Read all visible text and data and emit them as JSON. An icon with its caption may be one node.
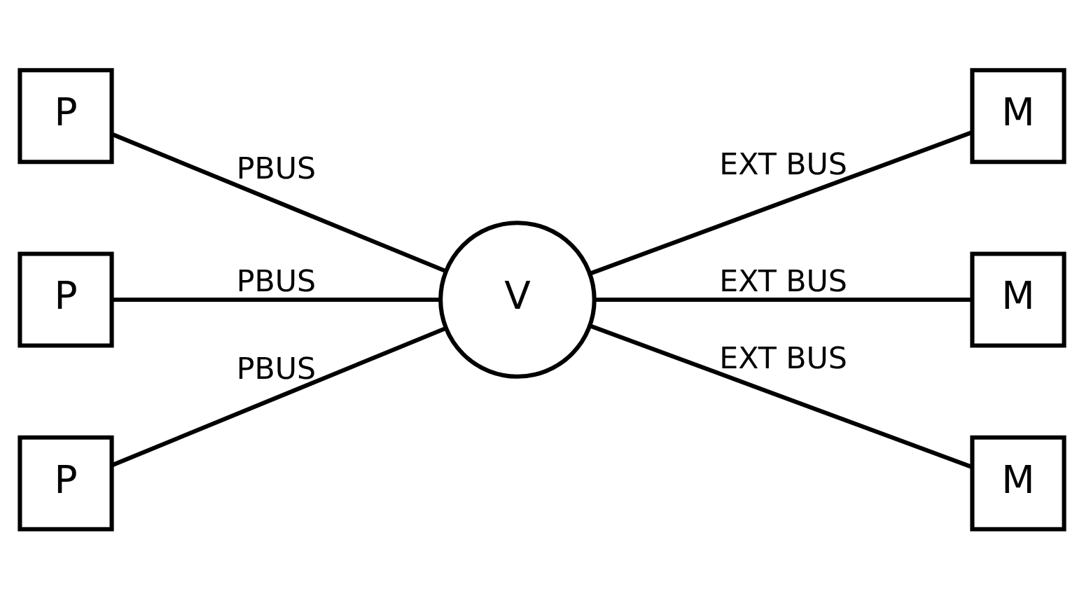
{
  "diagram": {
    "nodes": [
      {
        "text": [
          "P"
        ]
      },
      {
        "text": [
          "P"
        ]
      },
      {
        "text": [
          "P"
        ]
      },
      {
        "text": [
          "V"
        ]
      },
      {
        "text": [
          "M"
        ]
      },
      {
        "text": [
          "M"
        ]
      },
      {
        "text": [
          "M"
        ]
      }
    ],
    "edges": [
      {
        "from": 0,
        "to": 3,
        "arrow": "none",
        "label": "PBUS"
      },
      {
        "from": 1,
        "to": 3,
        "arrow": "none",
        "label": "PBUS"
      },
      {
        "from": 2,
        "to": 3,
        "arrow": "none",
        "label": "PBUS"
      },
      {
        "from": 3,
        "to": 4,
        "arrow": "none",
        "label": "EXT BUS"
      },
      {
        "from": 3,
        "to": 5,
        "arrow": "none",
        "label": "EXT BUS"
      },
      {
        "from": 3,
        "to": 6,
        "arrow": "none",
        "label": "EXT BUS"
      }
    ]
  }
}
